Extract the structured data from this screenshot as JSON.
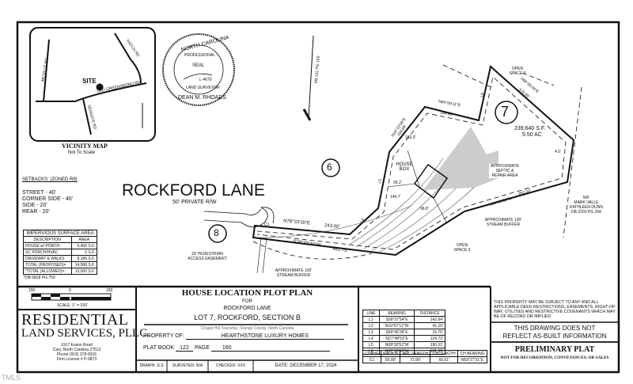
{
  "vicinity_map": {
    "title": "VICINITY MAP",
    "subtitle": "Not To Scale",
    "site_label": "SITE",
    "roads": [
      "MCVILLE RD",
      "HATCH RD",
      "OLD GREENSBORO RD",
      "SEAGATE RD"
    ]
  },
  "seal": {
    "top_text": "NORTH CAROLINA",
    "inner_text": "PROFESSIONAL",
    "center": "SEAL",
    "number": "L-4679",
    "lower_text": "LAND SURVEYOR",
    "name": "DEAN M. RHOADS"
  },
  "setbacks": {
    "title": "SETBACKS: (ZONED R8)",
    "items": [
      "STREET - 40'",
      "CORNER SIDE - 40'",
      "SIDE - 20'",
      "REAR - 20'"
    ]
  },
  "impervious": {
    "title": "IMPERVIOUS SURFACE AREA",
    "headers": [
      "DESCRIPTION",
      "AREA"
    ],
    "rows": [
      [
        "HOUSE w/ PORCH",
        "6,400 S.F."
      ],
      [
        "SC PORCH/HVAC",
        "0 S.F."
      ],
      [
        "DRIVEWAY & WALKS",
        "8,186 S.F."
      ],
      [
        "TOTAL (PROPOSED)=",
        "14,586 S.F."
      ],
      [
        "*TOTAL (ALLOWED)=",
        "13,000 S.F."
      ]
    ],
    "note": "*DB 6828 PG 750"
  },
  "plan": {
    "street": "ROCKFORD LANE",
    "row": "50' PRIVATE R/W",
    "pb_ref": "PB 122 PG 160",
    "lots": [
      "6",
      "7",
      "8"
    ],
    "lot7_area": "239,640 S.F.",
    "lot7_acres": "5.50 AC",
    "house_box": "HOUSE BOX",
    "septic": "APPROXIMATE SEPTIC & REPAIR AREA",
    "open_space": "OPEN SPACE 3",
    "stream_buffer": "APPROXIMATE 100' STREAM BUFFER",
    "ped_easement": "20' PEDESTRIAN ACCESS EASEMENT",
    "neighbor": [
      "N/F",
      "MARK VALLE",
      "KATHLEEN DUNN",
      "DB 2203 PG 294"
    ],
    "bearings": {
      "n84": "N84°09'11\"E",
      "n84d": "184.84'",
      "n18": "N18°15'06\"E",
      "n18d": "194.68'",
      "s66": "S66°05'49\"E",
      "s66d": "370.95'",
      "s54": "S54°29'33\"W",
      "s54d": "352.10'",
      "n78": "N78°33'30\"E",
      "n78d": "243.60'",
      "s78": "S78°33'30\"W",
      "s78d": "482.75'"
    },
    "dims": [
      "183.3'",
      "99.2'",
      "144.7'",
      "96.8'",
      "4.0'"
    ],
    "line_labels": [
      "L6",
      "L5",
      "L4",
      "C1"
    ]
  },
  "scale": {
    "ticks": [
      "150",
      "0",
      "150"
    ],
    "label": "SCALE: 1\" = 150'"
  },
  "company": {
    "name1": "RESIDENTIAL",
    "name2": "LAND SERVICES, PLLC.",
    "address1": "1917 Evans Road",
    "address2": "Cary, North Carolina 27513",
    "phone": "Phone (919) 378-9316",
    "license": "Firm License # P-0873"
  },
  "title_block": {
    "title": "HOUSE LOCATION PLOT PLAN",
    "for": "FOR",
    "street": "ROCKFORD LANE",
    "lot": "LOT 7, ROCKFORD, SECTION B",
    "township": "Chapel Hill Township, Orange County, North Carolina",
    "property_of_label": "PROPERTY OF:",
    "property_of": "HEARTHSTONE LUXURY HOMES",
    "plat_book_label": "PLAT BOOK",
    "plat_book": "122",
    "page_label": "PAGE",
    "page": "160",
    "drawn": "DRAWN: JLS",
    "surveyed": "SURVEYED: N/A",
    "checked": "CHECKED: XXX",
    "date": "DATE: DECEMBER 17, 2024"
  },
  "line_table": {
    "headers": [
      "LINE",
      "BEARING",
      "DISTANCE"
    ],
    "rows": [
      [
        "L1",
        "S09°27'54\"E",
        "142.64'"
      ],
      [
        "L2",
        "N10°57'12\"W",
        "41.15'"
      ],
      [
        "L3",
        "S69°45'36\"E",
        "15.75'"
      ],
      [
        "L4",
        "N27°48'53\"E",
        "124.73'"
      ],
      [
        "L5",
        "N08°30'52\"W",
        "190.01'"
      ],
      [
        "L6",
        "N07°35'58\"W",
        "181.55'"
      ]
    ]
  },
  "curve_table": {
    "headers": [
      "CURVE",
      "RADIUS",
      "ARC LENGTH",
      "CH LENGTH",
      "CH BEARING"
    ],
    "rows": [
      [
        "C1",
        "50.00'",
        "72.90'",
        "66.61'",
        "N63°27'31\"E"
      ]
    ]
  },
  "notes": {
    "deed": "THIS PROPERTY MAY BE SUBJECT TO ANY AND ALL APPLICABLE DEED RESTRICTIONS, EASEMENTS, RIGHT-OF-WAY, UTILITIES AND RESTRICTIVE COVENANTS WHICH MAY BE OF RECORD OR IMPLIED",
    "as_built1": "THIS DRAWING DOES NOT",
    "as_built2": "REFLECT AS-BUILT INFORMATION",
    "prelim": "PRELIMINARY PLAT",
    "prelim_sub": "NOT FOR RECORDATION, CONVEYANCES, OR SALES"
  },
  "watermark": "TMLS"
}
